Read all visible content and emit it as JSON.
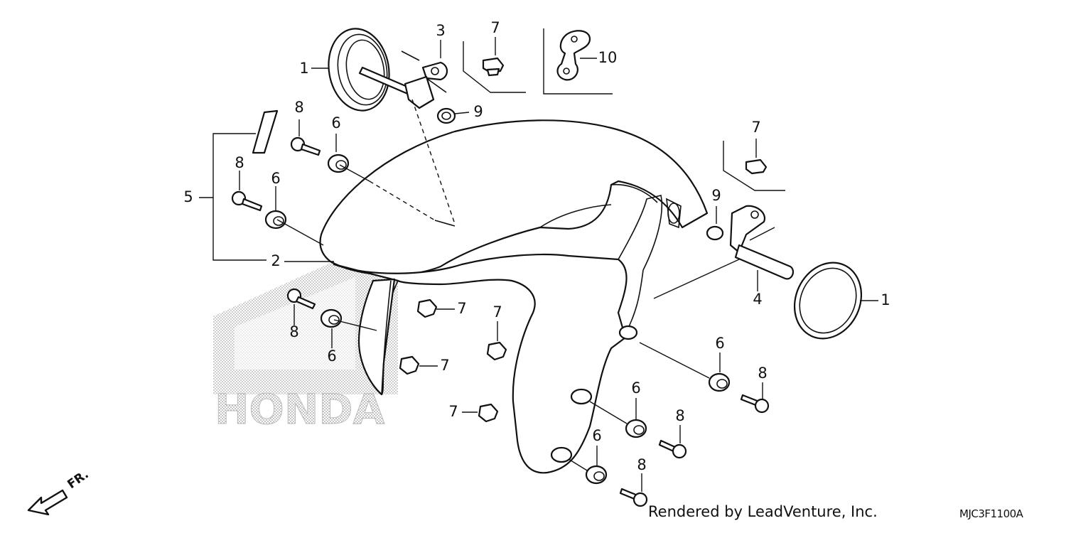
{
  "diagram": {
    "callouts": [
      "1",
      "2",
      "3",
      "4",
      "5",
      "6",
      "7",
      "8",
      "9",
      "10"
    ],
    "front_marker": "FR.",
    "watermark": "HONDA",
    "credit": "Rendered by LeadVenture, Inc.",
    "diagram_code": "MJC3F1100A"
  }
}
